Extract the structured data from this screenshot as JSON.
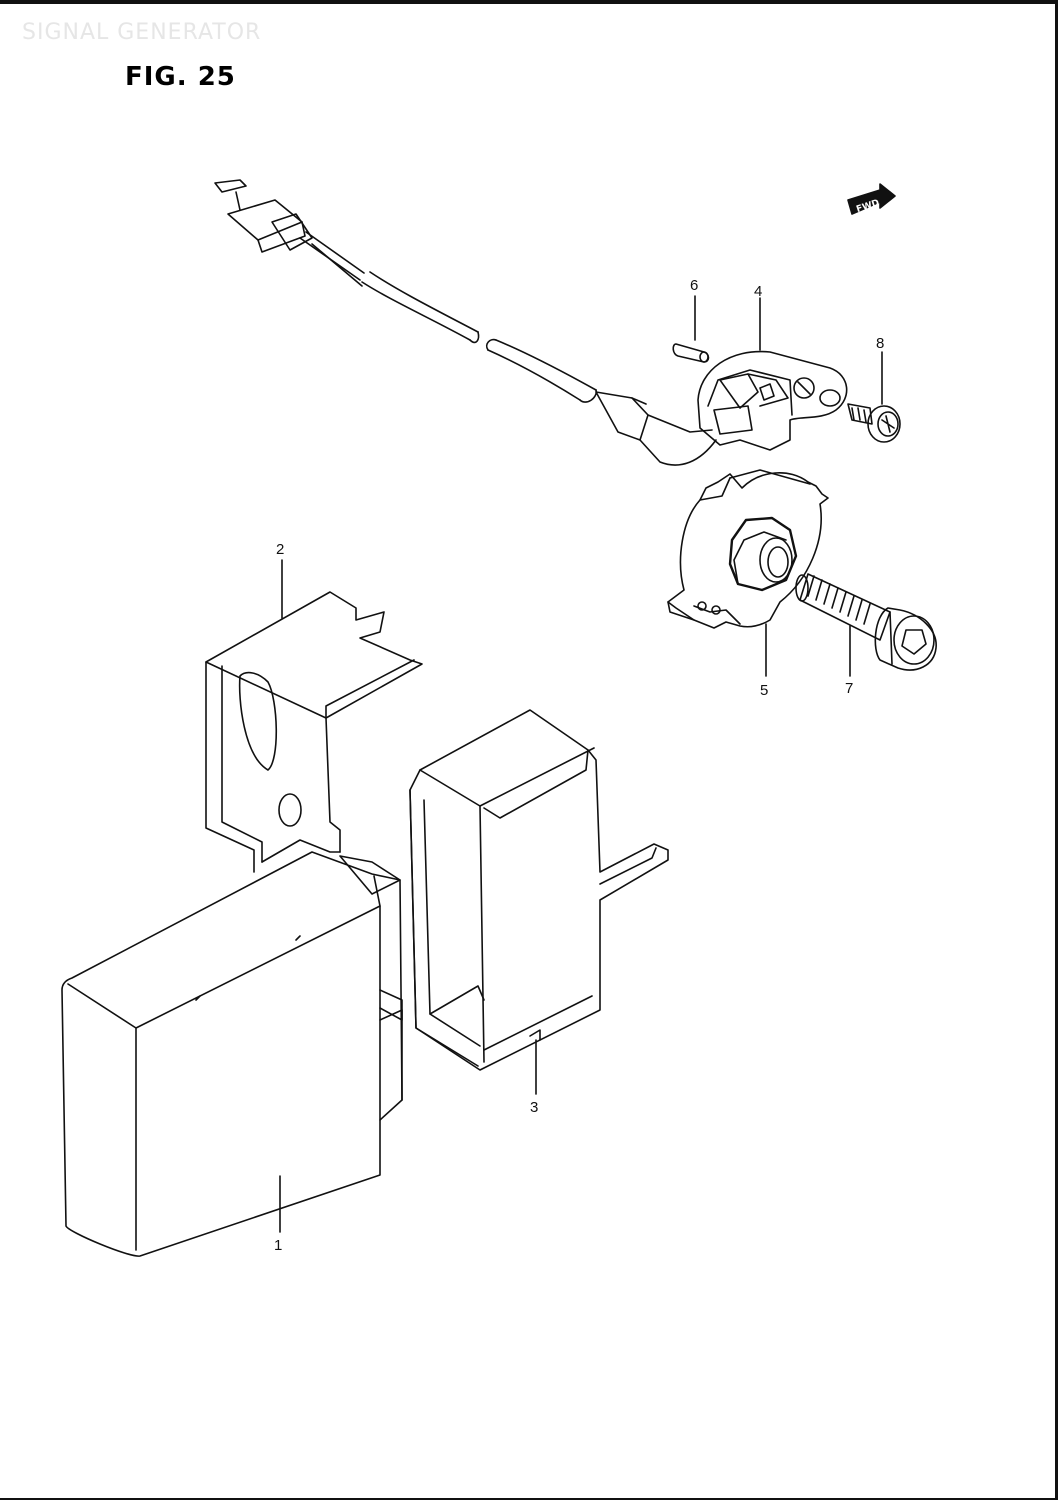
{
  "header": {
    "section_title": "SIGNAL GENERATOR",
    "figure_label": "FIG. 25"
  },
  "direction_badge": "FWD",
  "callouts": [
    {
      "id": "1",
      "label": "1"
    },
    {
      "id": "2",
      "label": "2"
    },
    {
      "id": "3",
      "label": "3"
    },
    {
      "id": "4",
      "label": "4"
    },
    {
      "id": "5",
      "label": "5"
    },
    {
      "id": "6",
      "label": "6"
    },
    {
      "id": "7",
      "label": "7"
    },
    {
      "id": "8",
      "label": "8"
    }
  ]
}
